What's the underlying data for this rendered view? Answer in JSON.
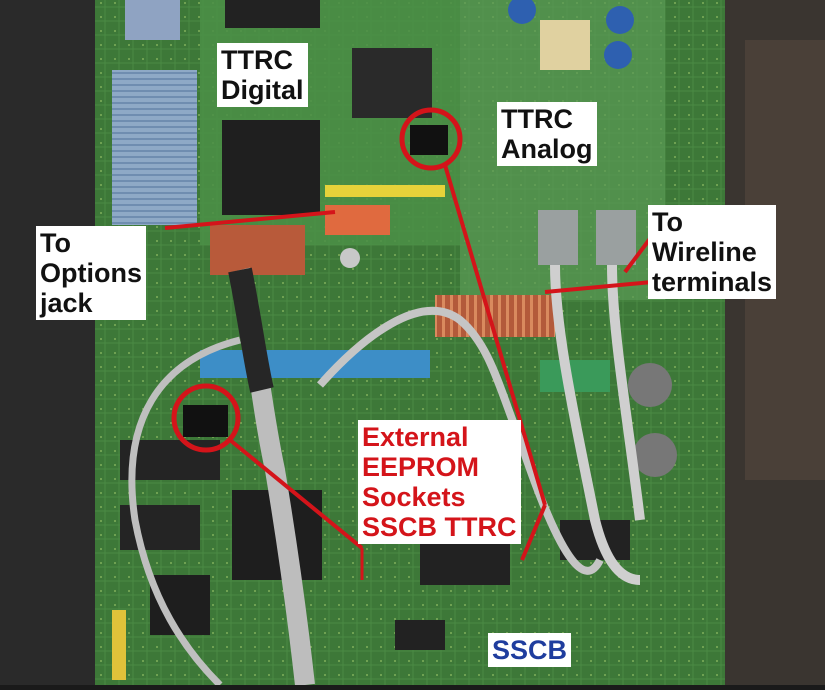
{
  "labels": {
    "ttrc_digital": "TTRC\nDigital",
    "ttrc_analog": "TTRC\nAnalog",
    "to_options_jack": "To\nOptions\njack",
    "to_wireline_terminals": "To\nWireline\nterminals",
    "external_eeprom_sockets": "External\nEEPROM\nSockets\nSSCB  TTRC",
    "sscb": "SSCB"
  },
  "colors": {
    "annotation_red": "#d4141a",
    "label_black": "#111111",
    "label_blue": "#1f3d9e",
    "label_background": "#ffffff",
    "pcb_green": "#3f7a3a"
  }
}
